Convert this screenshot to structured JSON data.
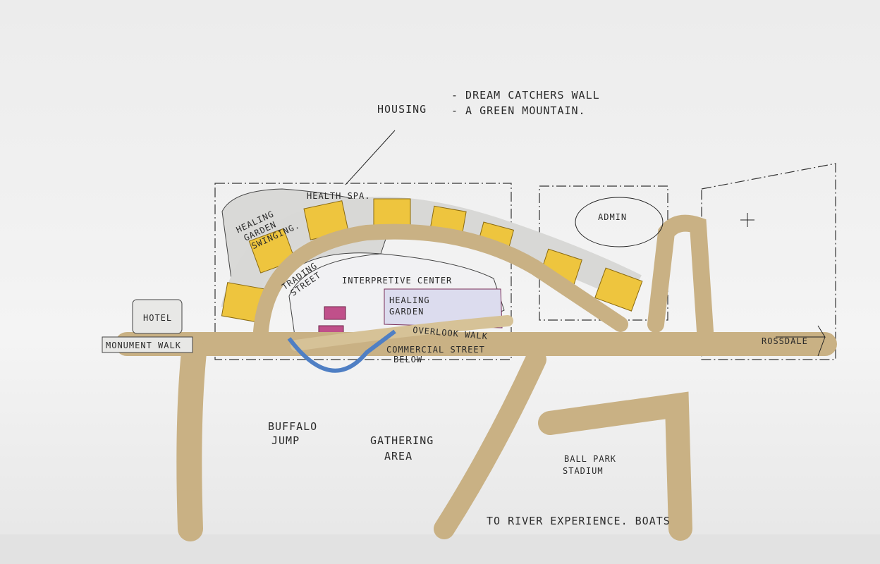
{
  "title": "Architectural site model sketch",
  "annotations": {
    "housing": "HOUSING",
    "dream_catchers": "- DREAM CATCHERS WALL",
    "green_mountain": "- A GREEN MOUNTAIN.",
    "health_spa": "HEALTH SPA.",
    "healing_garden_swinging_1": "HEALING",
    "healing_garden_swinging_2": "GARDEN",
    "healing_garden_swinging_3": "SWINGING.",
    "trading_street_1": "TRADING",
    "trading_street_2": "STREET",
    "interpretive_center": "INTERPRETIVE CENTER",
    "healing_garden_1": "HEALING",
    "healing_garden_2": "GARDEN",
    "overlook_walk": "OVERLOOK WALK",
    "commercial_street_1": "COMMERCIAL STREET",
    "commercial_street_2": "BELOW",
    "hotel": "HOTEL",
    "monument_walk": "MONUMENT WALK",
    "admin": "ADMIN",
    "rossdale": "ROSSDALE",
    "buffalo_jump_1": "BUFFALO",
    "buffalo_jump_2": "JUMP",
    "gathering_1": "GATHERING",
    "gathering_2": "AREA",
    "ballpark_1": "BALL PARK",
    "ballpark_2": "STADIUM",
    "river": "TO RIVER EXPERIENCE. BOATS"
  },
  "colors": {
    "model": "#c9b184",
    "tile_yellow": "#eec53e",
    "tile_grey": "#d8d8d6",
    "pink": "#c0508a",
    "blue": "#4f7fc4"
  }
}
